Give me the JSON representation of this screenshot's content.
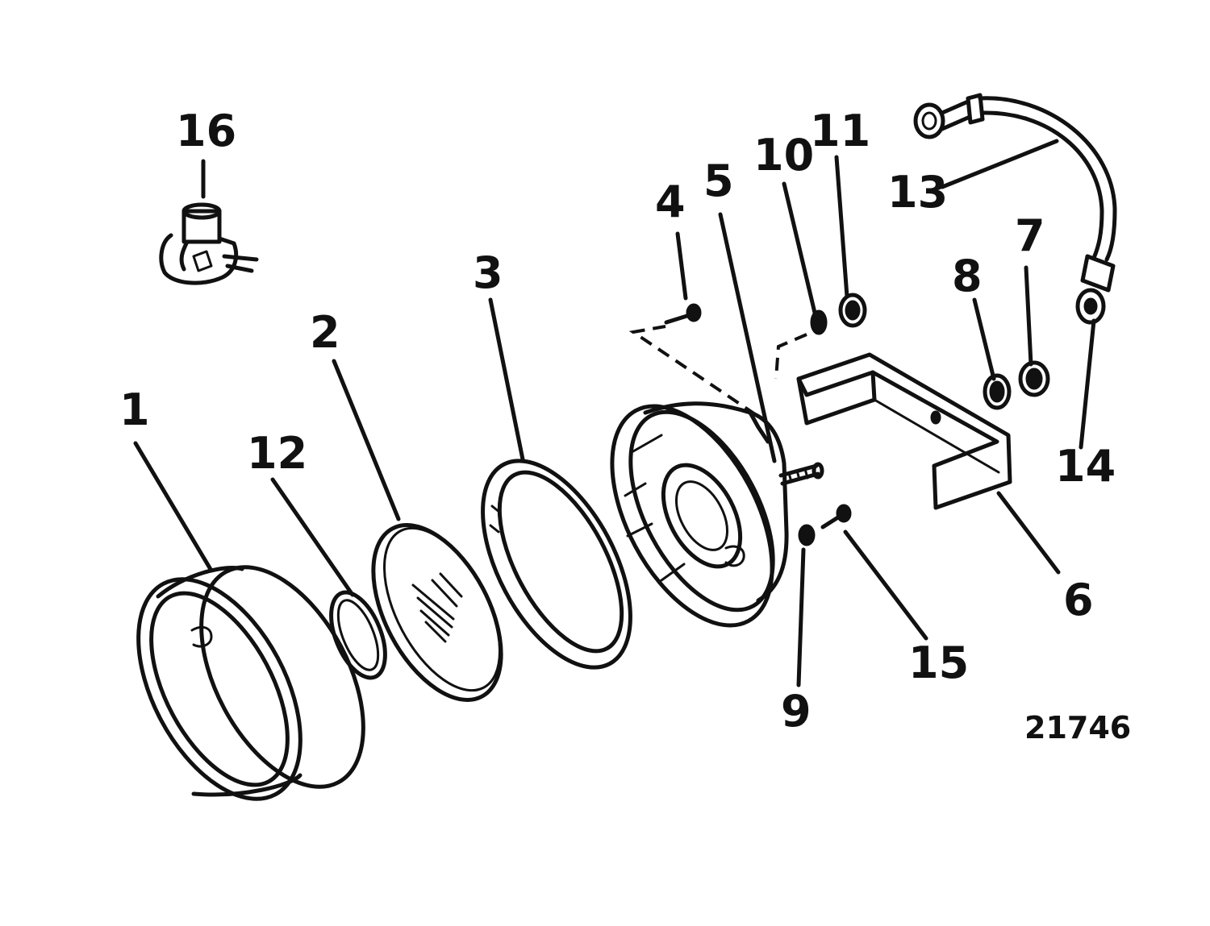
{
  "diagram": {
    "callouts": {
      "c1": "1",
      "c2": "2",
      "c3": "3",
      "c4": "4",
      "c5": "5",
      "c6": "6",
      "c7": "7",
      "c8": "8",
      "c9": "9",
      "c10": "10",
      "c11": "11",
      "c12": "12",
      "c13": "13",
      "c14": "14",
      "c15": "15",
      "c16": "16"
    },
    "figure_number": "21746",
    "line_color": "#111111",
    "background": "#ffffff"
  }
}
